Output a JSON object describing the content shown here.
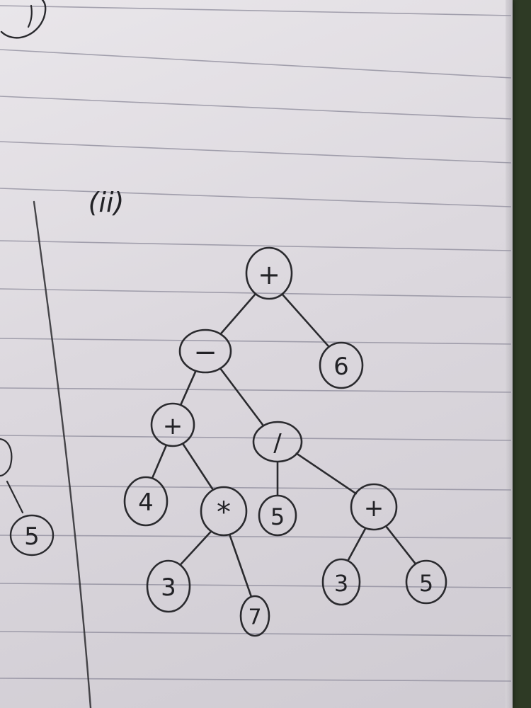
{
  "section_label": "(ii)",
  "tree": {
    "nodes": [
      {
        "id": "root",
        "label": "+"
      },
      {
        "id": "minus",
        "label": "−"
      },
      {
        "id": "six",
        "label": "6"
      },
      {
        "id": "plus_left",
        "label": "+"
      },
      {
        "id": "divide",
        "label": "/"
      },
      {
        "id": "four",
        "label": "4"
      },
      {
        "id": "times",
        "label": "*"
      },
      {
        "id": "five_mid",
        "label": "5"
      },
      {
        "id": "plus_right",
        "label": "+"
      },
      {
        "id": "three_left",
        "label": "3"
      },
      {
        "id": "seven",
        "label": "7"
      },
      {
        "id": "three_right",
        "label": "3"
      },
      {
        "id": "five_right",
        "label": "5"
      }
    ],
    "edges": [
      [
        "root",
        "minus"
      ],
      [
        "root",
        "six"
      ],
      [
        "minus",
        "plus_left"
      ],
      [
        "minus",
        "divide"
      ],
      [
        "plus_left",
        "four"
      ],
      [
        "plus_left",
        "times"
      ],
      [
        "times",
        "three_left"
      ],
      [
        "times",
        "seven"
      ],
      [
        "divide",
        "five_mid"
      ],
      [
        "divide",
        "plus_right"
      ],
      [
        "plus_right",
        "three_right"
      ],
      [
        "plus_right",
        "five_right"
      ]
    ]
  },
  "margin_fragment": {
    "node_label": "5"
  }
}
